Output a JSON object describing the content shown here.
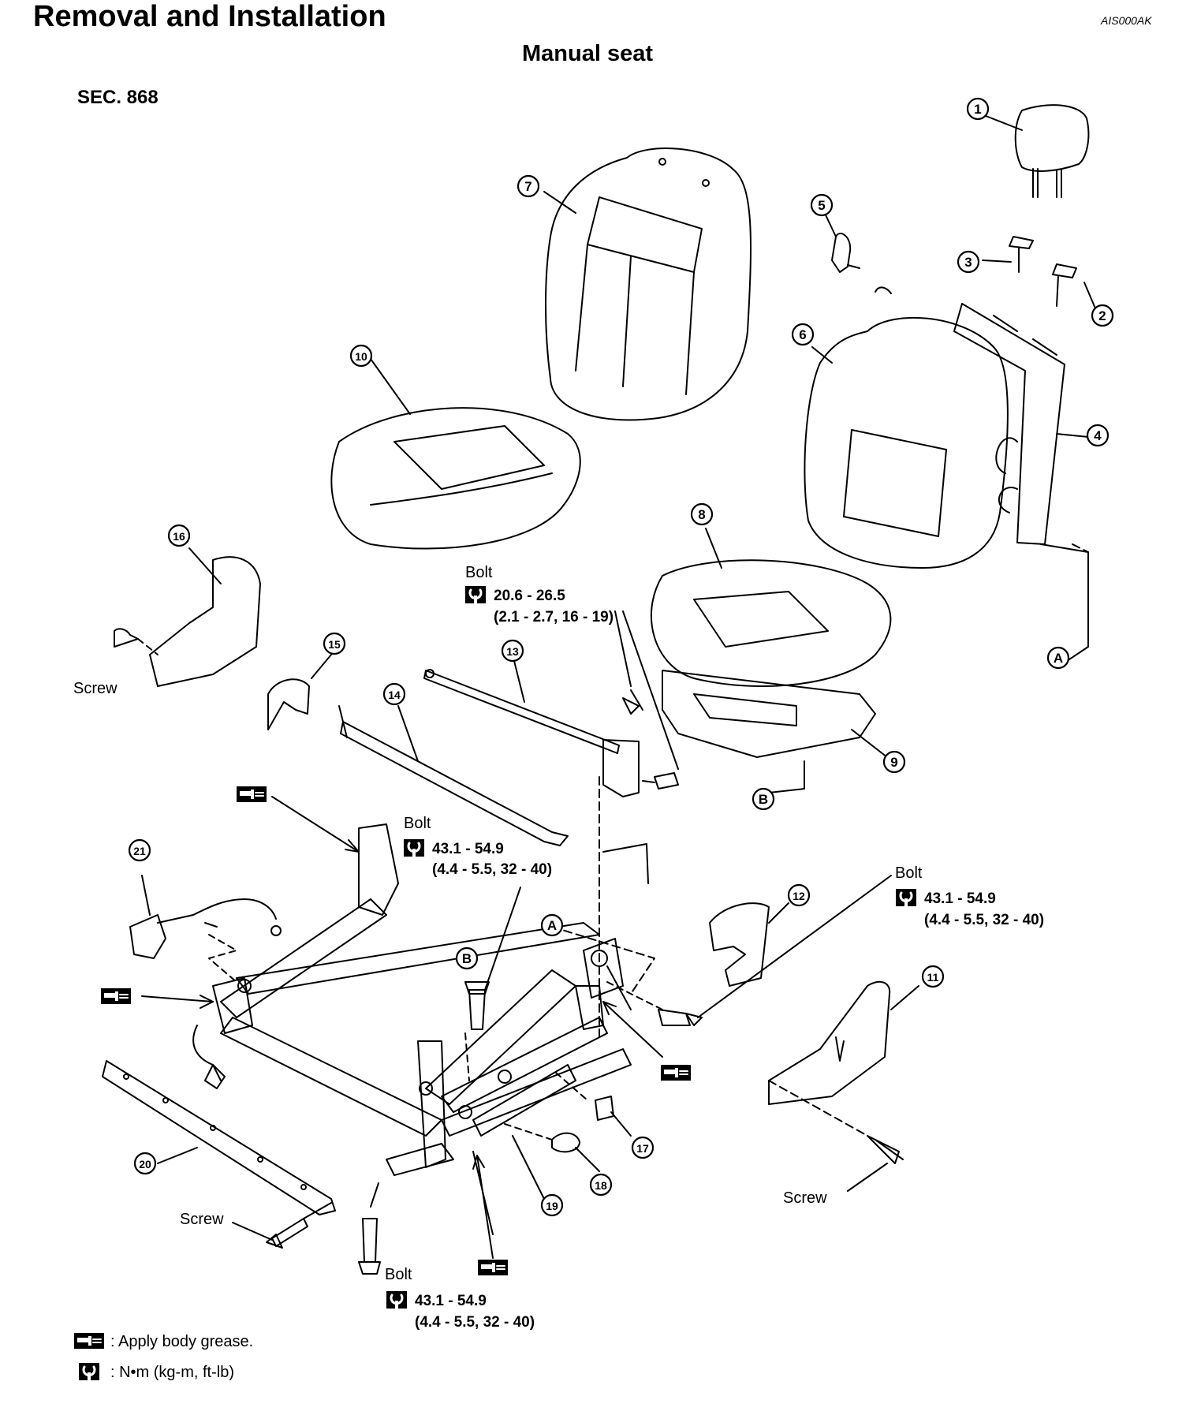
{
  "header": {
    "title": "Removal and Installation",
    "code": "AIS000AK",
    "subtitle": "Manual seat",
    "section": "SEC. 868"
  },
  "callouts": [
    "1",
    "2",
    "3",
    "4",
    "5",
    "6",
    "7",
    "8",
    "9",
    "10",
    "11",
    "12",
    "13",
    "14",
    "15",
    "16",
    "17",
    "18",
    "19",
    "20",
    "21"
  ],
  "markers": {
    "a": "A",
    "b": "B"
  },
  "labels": {
    "screw": "Screw",
    "bolt": "Bolt"
  },
  "torques": {
    "t1_main": "20.6 - 26.5",
    "t1_sub": "(2.1 - 2.7, 16 - 19)",
    "t2_main": "43.1 - 54.9",
    "t2_sub": "(4.4 - 5.5, 32 - 40)"
  },
  "legend": {
    "grease": ": Apply body grease.",
    "torque": ": N•m (kg-m, ft-lb)"
  }
}
